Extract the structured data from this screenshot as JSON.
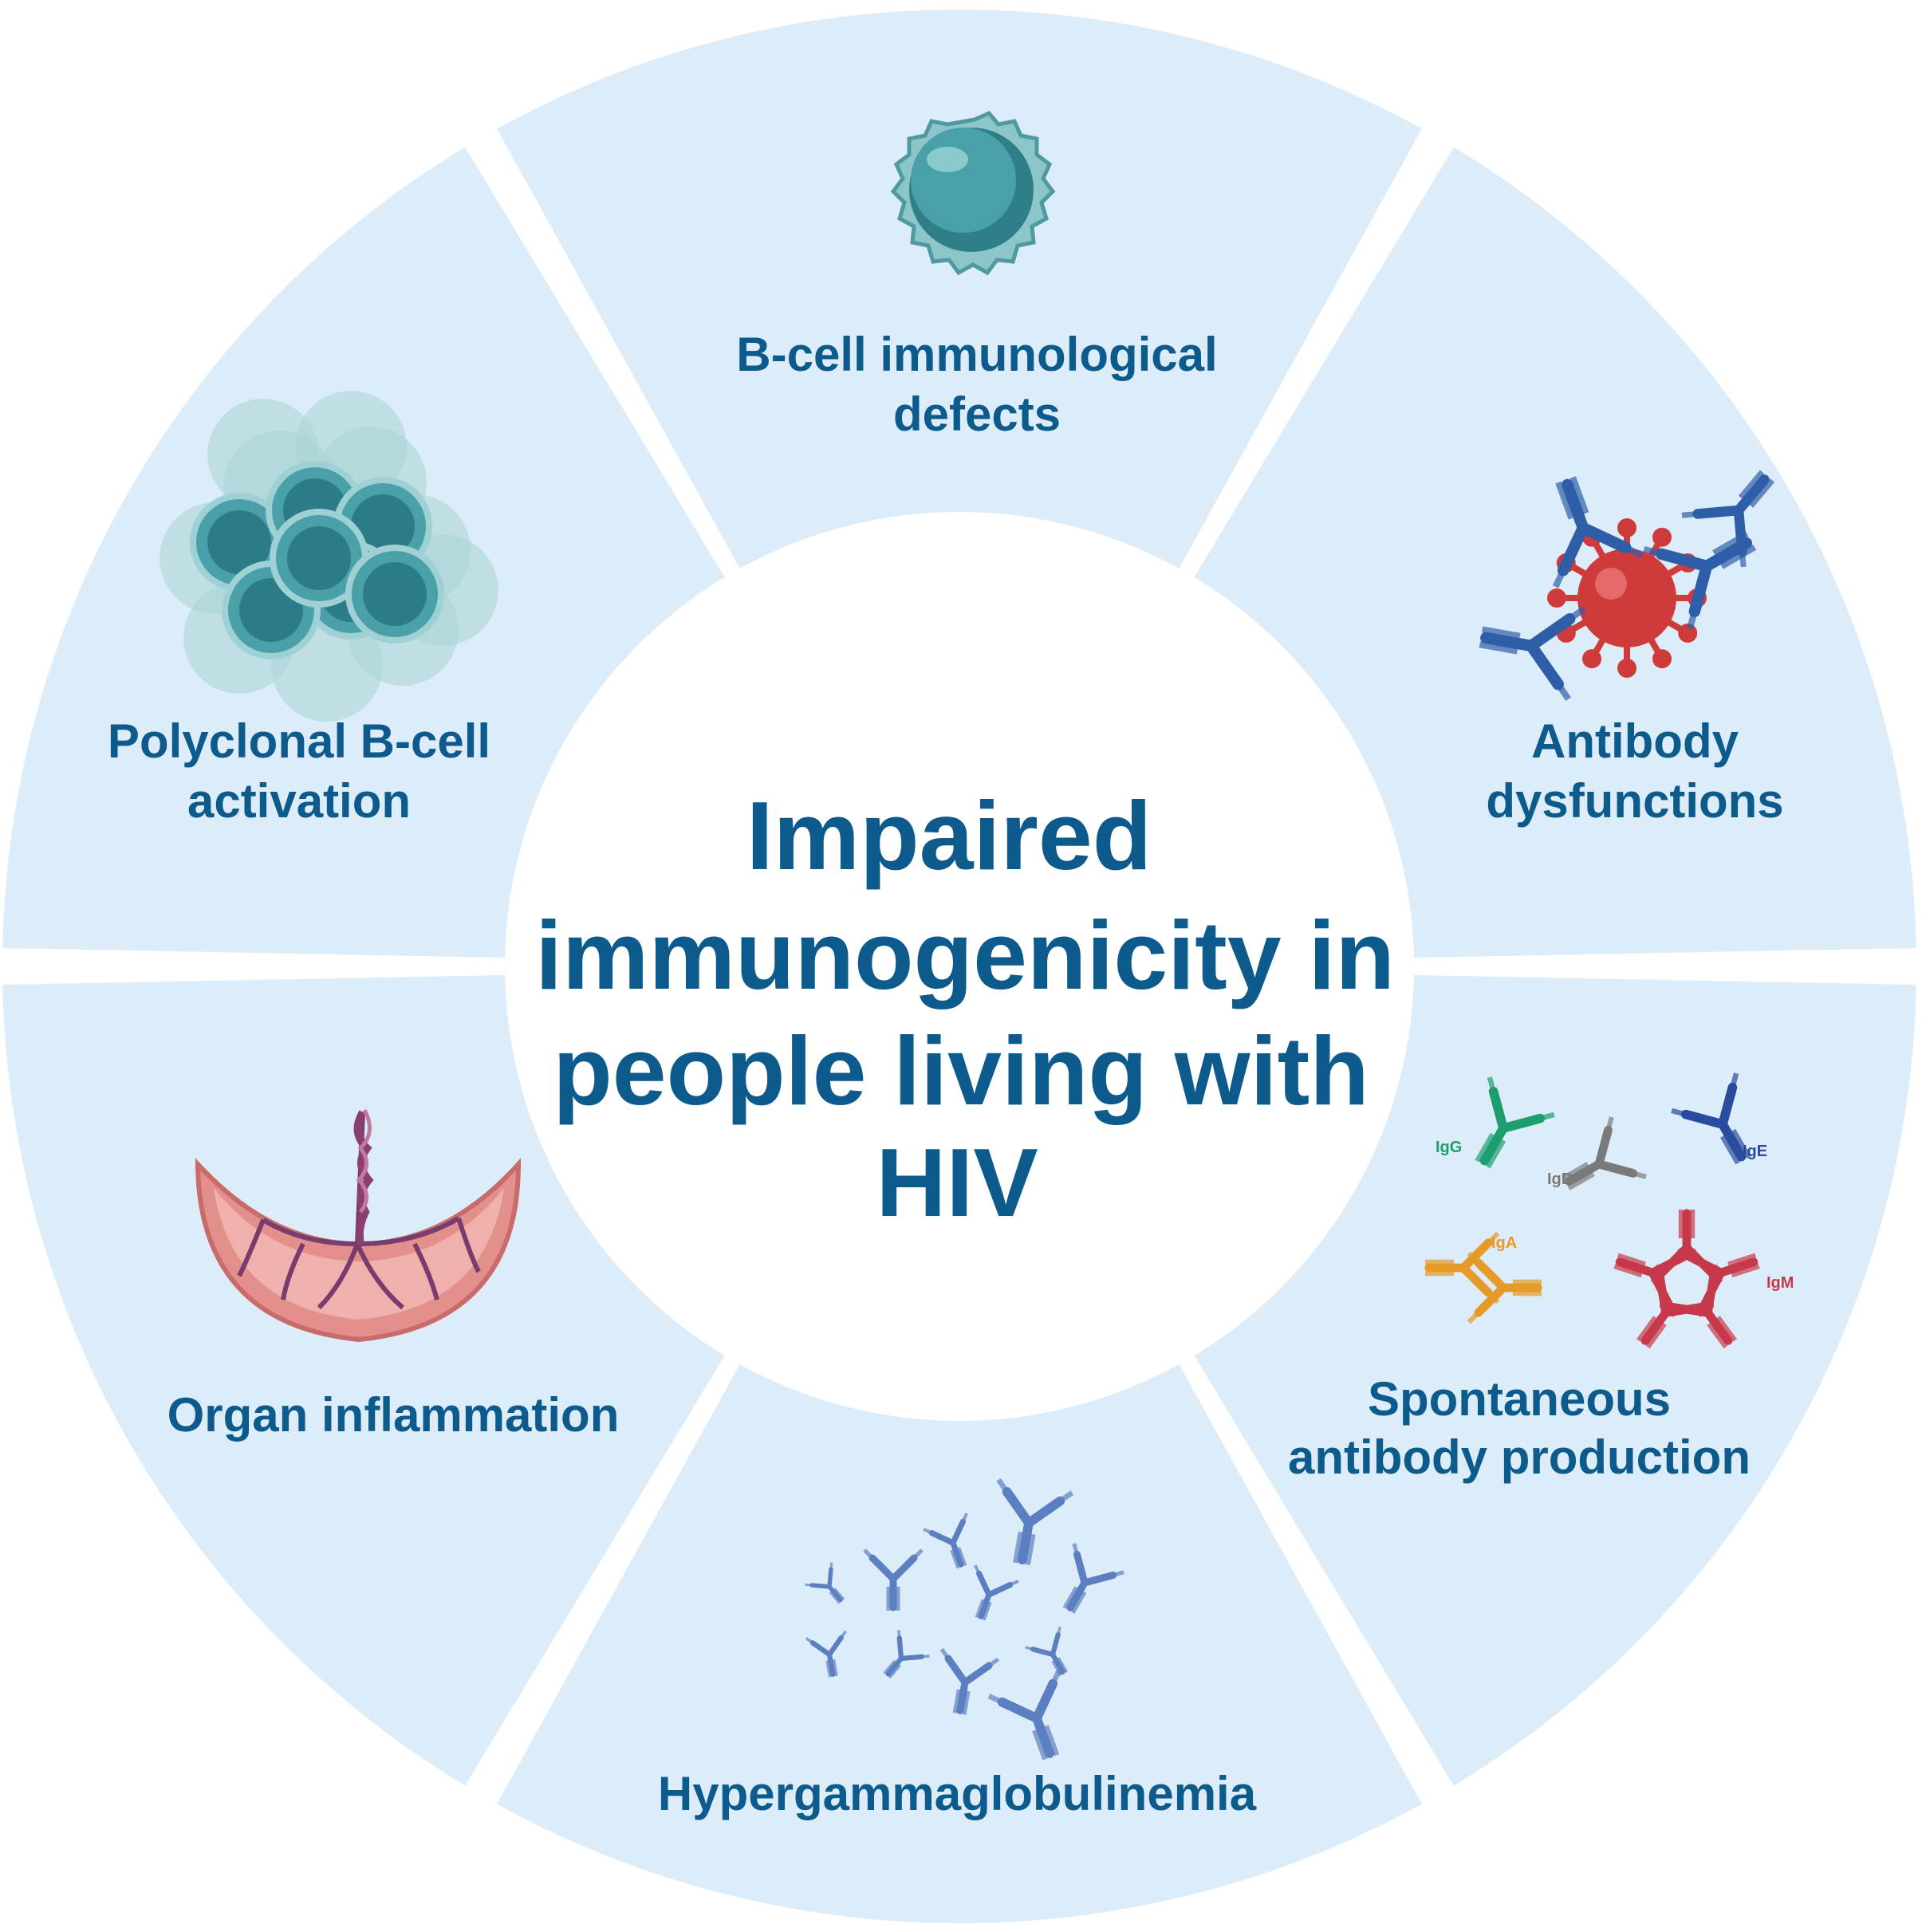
{
  "colors": {
    "segment_fill": "#dcedf9",
    "divider": "#ffffff",
    "text": "#0d5a8c",
    "center_fill": "#ffffff",
    "b_cell": "#6fb7bd",
    "polyclonal": "#3d9aa3",
    "virus": "#cf3b3b",
    "antibody_blue": "#2f5ea8",
    "antibody_light": "#5b7fc0",
    "organ": "#e08f8c",
    "vessel": "#7a3b6e",
    "igg": "#1d9e6f",
    "igd": "#7a7a7a",
    "ige": "#2a4c9e",
    "iga": "#e69a27",
    "igm": "#c7394a"
  },
  "center": {
    "lines": [
      "Impaired",
      "immunogenicity in",
      "people living with",
      "HIV"
    ]
  },
  "segments": [
    {
      "id": "b-cell-defects",
      "icon": "b-cell-icon",
      "lines": [
        "B-cell immunological",
        "defects"
      ]
    },
    {
      "id": "antibody-dysfunctions",
      "icon": "virus-antibody-icon",
      "lines": [
        "Antibody",
        "dysfunctions"
      ]
    },
    {
      "id": "spontaneous-production",
      "icon": "immunoglobulin-classes-icon",
      "lines": [
        "Spontaneous",
        "antibody production"
      ]
    },
    {
      "id": "hypergammaglobulinemia",
      "icon": "antibody-cluster-icon",
      "lines": [
        "Hypergammaglobulinemia"
      ]
    },
    {
      "id": "organ-inflammation",
      "icon": "inflamed-organ-icon",
      "lines": [
        "Organ inflammation"
      ]
    },
    {
      "id": "polyclonal-activation",
      "icon": "cell-cluster-icon",
      "lines": [
        "Polyclonal B-cell",
        "activation"
      ]
    }
  ],
  "ig_classes": [
    "IgG",
    "IgD",
    "IgE",
    "IgA",
    "IgM"
  ]
}
